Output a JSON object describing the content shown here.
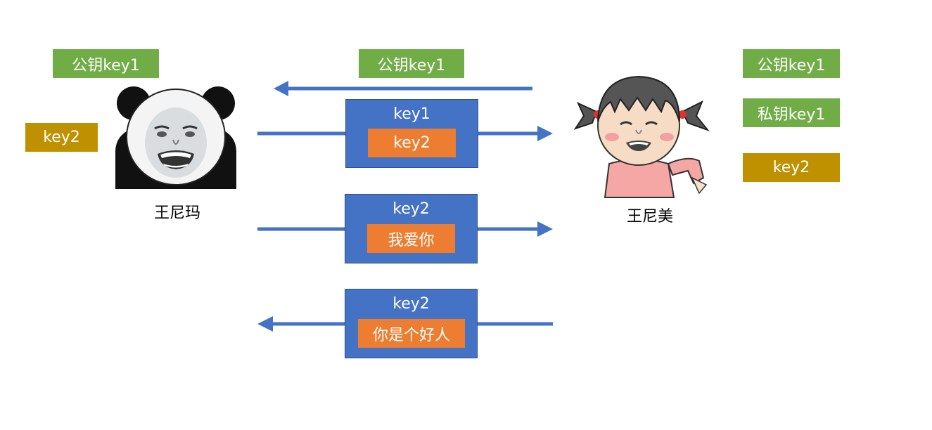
{
  "left_person": {
    "name": "王尼玛",
    "public_key": "公钥key1",
    "key2": "key2"
  },
  "right_person": {
    "name": "王尼美",
    "public_key": "公钥key1",
    "private_key": "私钥key1",
    "key2": "key2"
  },
  "flows": {
    "public_key_transfer": "公钥key1",
    "key_exchange": {
      "outer": "key1",
      "inner": "key2"
    },
    "message_1": {
      "outer": "key2",
      "inner": "我爱你"
    },
    "message_2": {
      "outer": "key2",
      "inner": "你是个好人"
    }
  },
  "colors": {
    "arrow": "#4472c4",
    "box": "#4472c4",
    "public_key_tag": "#70ad47",
    "key2_tag": "#bf9000",
    "inner_tag": "#ed7d31"
  }
}
